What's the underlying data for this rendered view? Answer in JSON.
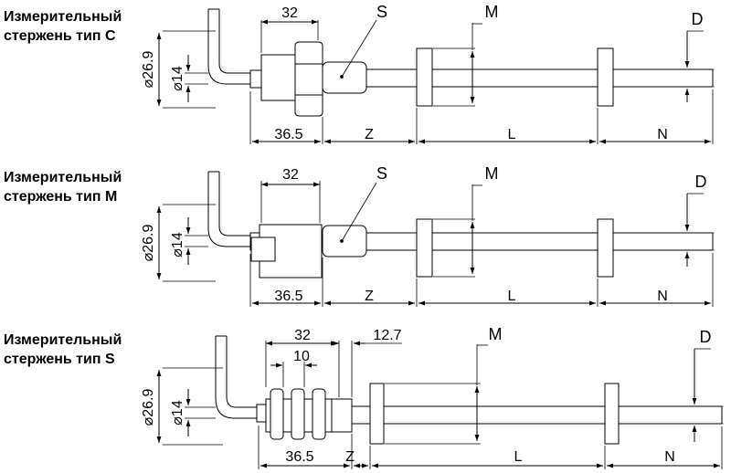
{
  "sections": [
    {
      "title_line1": "Измерительный",
      "title_line2": "стержень тип C",
      "dims": {
        "d1": "26.9",
        "d2": "14",
        "top": "32",
        "left": "36.5",
        "z": "Z",
        "l": "L",
        "n": "N",
        "s": "S",
        "m": "M",
        "d": "D"
      }
    },
    {
      "title_line1": "Измерительный",
      "title_line2": "стержень тип M",
      "dims": {
        "d1": "26.9",
        "d2": "14",
        "top": "32",
        "left": "36.5",
        "z": "Z",
        "l": "L",
        "n": "N",
        "s": "S",
        "m": "M",
        "d": "D"
      }
    },
    {
      "title_line1": "Измерительный",
      "title_line2": "стержень тип S",
      "dims": {
        "d1": "26.9",
        "d2": "14",
        "top": "32",
        "inner": "10",
        "right": "12.7",
        "left": "36.5",
        "z": "Z",
        "l": "L",
        "n": "N",
        "m": "M",
        "d": "D"
      }
    }
  ],
  "diameter_symbol": "⌀"
}
